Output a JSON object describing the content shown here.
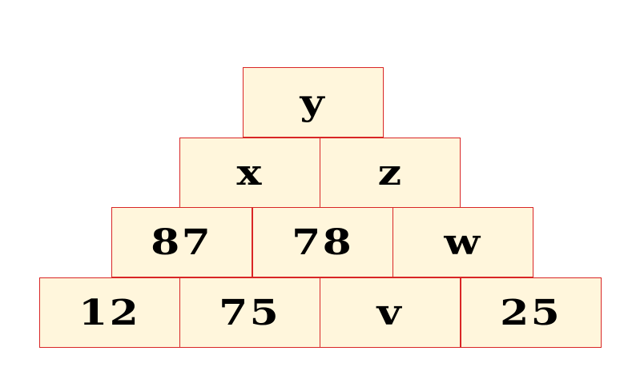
{
  "pyramid": {
    "rows": [
      [
        "y"
      ],
      [
        "x",
        "z"
      ],
      [
        "87",
        "78",
        "w"
      ],
      [
        "12",
        "75",
        "v",
        "25"
      ]
    ]
  },
  "colors": {
    "brick_fill": "#fff6dc",
    "brick_border": "#d92626",
    "text": "#000000"
  }
}
